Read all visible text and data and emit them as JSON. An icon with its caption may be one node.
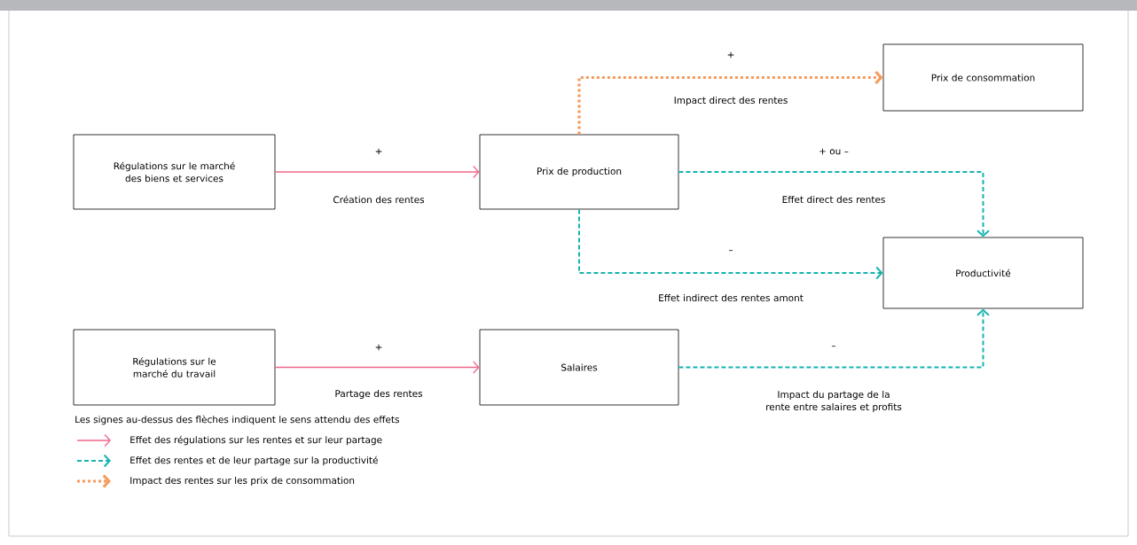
{
  "diagram": {
    "nodes": [
      {
        "text": [
          "Régulations sur le marché des biens et services"
        ]
      },
      {
        "text": [
          "Prix de production"
        ]
      },
      {
        "text": [
          "Prix de consommation"
        ]
      },
      {
        "text": [
          "Productivité"
        ]
      },
      {
        "text": [
          "Régulations sur le marché du travail"
        ]
      },
      {
        "text": [
          "Salaires"
        ]
      }
    ],
    "edges": [
      {
        "from": 0,
        "to": 1,
        "arrow": "to",
        "label": "Création des rentes",
        "color": "#f0668a"
      },
      {
        "from": 1,
        "to": 2,
        "arrow": "to",
        "label": "Impact direct des rentes",
        "style": "dashed",
        "color": "#f79a5c"
      },
      {
        "from": 1,
        "to": 3,
        "arrow": "to",
        "label": "Effet direct des rentes",
        "style": "dashed"
      },
      {
        "from": 1,
        "to": 3,
        "arrow": "to",
        "label": "Effet indirect des rentes amont",
        "style": "dashed"
      },
      {
        "from": 4,
        "to": 5,
        "arrow": "to",
        "label": "Partage des rentes",
        "color": "#f0668a"
      },
      {
        "from": 5,
        "to": 3,
        "arrow": "to",
        "label": "Impact du partage de la rente entre salaires et profits",
        "style": "dashed"
      }
    ],
    "labels": [
      "+",
      "+",
      "+ ou –",
      "–",
      "+",
      "–",
      "Les signes au-dessus des flèches indiquent le sens attendu des effets"
    ],
    "legend": [
      {
        "text": "Effet des régulations sur les rentes et sur leur partage"
      },
      {
        "text": "Effet des rentes et de leur partage sur la productivité"
      },
      {
        "text": "Impact des rentes sur les prix de consommation"
      }
    ]
  }
}
